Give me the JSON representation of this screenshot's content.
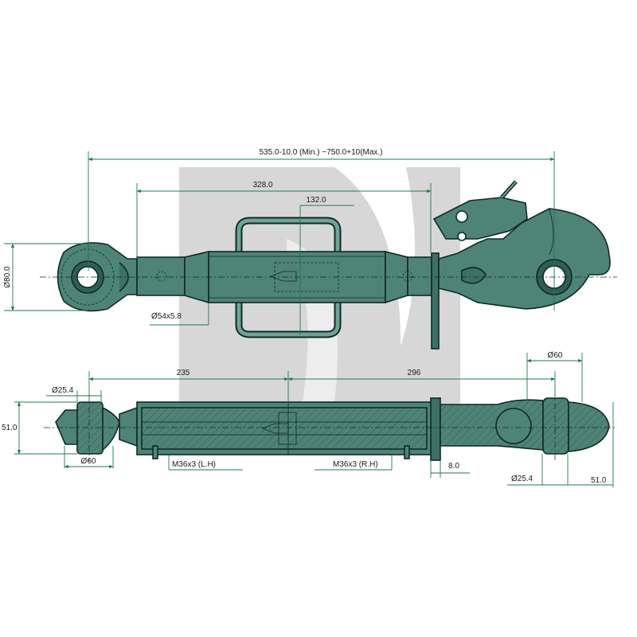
{
  "colors": {
    "body": "#4e8378",
    "body_dark": "#2f5e55",
    "outline": "#0f2a28",
    "dimension": "#1f7a4a",
    "watermark": "#d4d4d4",
    "text": "#1a1a1a",
    "background": "#ffffff"
  },
  "top_view": {
    "dim_overall": "535.0-10.0 (Min.) ~750.0+10(Max.)",
    "dim_tube_length": "328.0",
    "dim_center_offset": "132.0",
    "dim_ball_height": "Ø80.0",
    "dim_tube_section": "Ø54x5.8"
  },
  "section_view": {
    "dim_left_length": "235",
    "dim_right_length": "296",
    "dim_left_bore": "Ø25.4",
    "dim_left_ball": "Ø60",
    "dim_left_width": "51.0",
    "dim_right_ball": "Ø60",
    "dim_right_bore": "Ø25.4",
    "dim_right_width": "51.0",
    "dim_offset": "8.0",
    "thread_left": "M36x3 (L.H)",
    "thread_right": "M36x3 (R.H)"
  }
}
